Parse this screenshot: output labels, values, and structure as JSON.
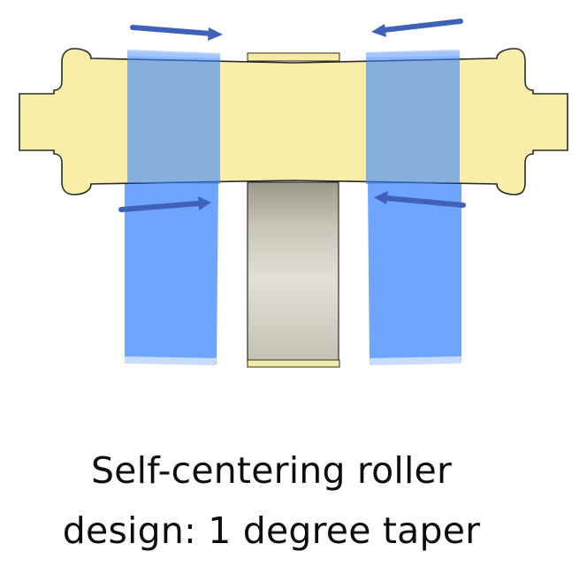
{
  "caption": {
    "line1": "Self-centering roller",
    "line2": "design: 1 degree taper"
  },
  "colors": {
    "roller_fill": "#f8eeaa",
    "roller_stroke": "#2a2a2a",
    "belt_blue": "#5a9bff",
    "belt_blue_light": "#7fb0ff",
    "arrow_blue": "#3f62b8",
    "guide_plate_top": "#b9b6a6",
    "guide_plate_mid": "#dcdacf",
    "guide_plate_bottom": "#c6c3b5",
    "tab_fill": "#f6eba2"
  },
  "arrows": {
    "top_left": "arrow-pointing-right",
    "top_right": "arrow-pointing-left",
    "bottom_left": "arrow-pointing-right",
    "bottom_right": "arrow-pointing-left"
  }
}
